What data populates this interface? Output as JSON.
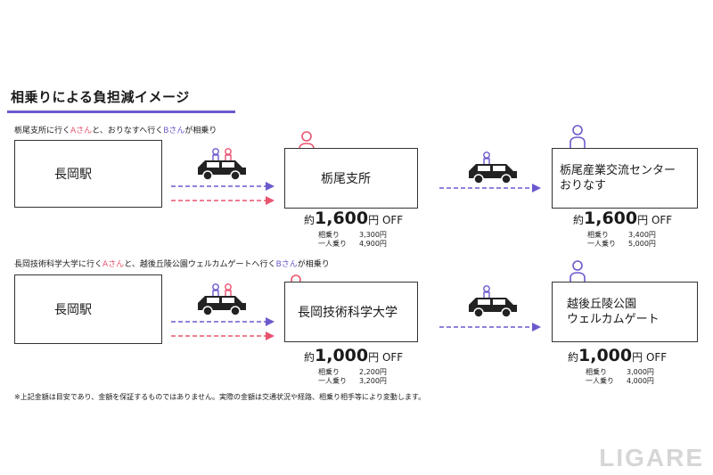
{
  "title": "相乗りによる負担減イメージ",
  "colors": {
    "pink": "#e8536f",
    "purple": "#6a5acd",
    "accent_bar": "#6a5acd"
  },
  "scenario1": {
    "caption_a": "栃尾支所に行く",
    "person_a": "Aさん",
    "caption_mid": "と、おりなすへ行く",
    "person_b": "Bさん",
    "caption_end": "が相乗り",
    "origin": "長岡駅",
    "stop1": "栃尾支所",
    "stop2_line1": "栃尾産業交流センター",
    "stop2_line2": "おりなす",
    "saving1": {
      "prefix": "約",
      "amount": "1,600",
      "suffix": "円 OFF",
      "shared_label": "相乗り",
      "shared_value": "3,300円",
      "solo_label": "一人乗り",
      "solo_value": "4,900円"
    },
    "saving2": {
      "prefix": "約",
      "amount": "1,600",
      "suffix": "円 OFF",
      "shared_label": "相乗り",
      "shared_value": "3,400円",
      "solo_label": "一人乗り",
      "solo_value": "5,000円"
    }
  },
  "scenario2": {
    "caption_a": "長岡技術科学大学に行く",
    "person_a": "Aさん",
    "caption_mid": "と、越後丘陵公園ウェルカムゲートへ行く",
    "person_b": "Bさん",
    "caption_end": "が相乗り",
    "origin": "長岡駅",
    "stop1": "長岡技術科学大学",
    "stop2_line1": "越後丘陵公園",
    "stop2_line2": "ウェルカムゲート",
    "saving1": {
      "prefix": "約",
      "amount": "1,000",
      "suffix": "円 OFF",
      "shared_label": "相乗り",
      "shared_value": "2,200円",
      "solo_label": "一人乗り",
      "solo_value": "3,200円"
    },
    "saving2": {
      "prefix": "約",
      "amount": "1,000",
      "suffix": "円 OFF",
      "shared_label": "相乗り",
      "shared_value": "3,000円",
      "solo_label": "一人乗り",
      "solo_value": "4,000円"
    }
  },
  "note": "※上記金額は目安であり、金額を保証するものではありません。実際の金額は交通状況や経路、相乗り相手等により変動します。",
  "logo": "LIGARE"
}
